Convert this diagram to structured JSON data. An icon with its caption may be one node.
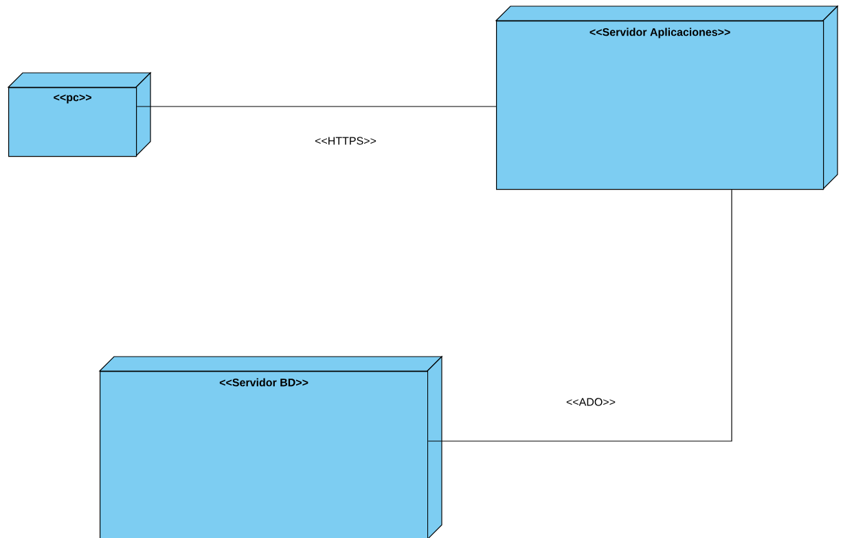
{
  "diagram": {
    "nodes": [
      {
        "text": [
          "<<pc>>"
        ]
      },
      {
        "text": [
          "<<Servidor Aplicaciones>>"
        ]
      },
      {
        "text": [
          "<<Servidor BD>>"
        ]
      }
    ],
    "edges": [
      {
        "from": 0,
        "to": 1,
        "arrow": "none",
        "label": "<<HTTPS>>"
      },
      {
        "from": 1,
        "to": 2,
        "arrow": "none",
        "label": "<<ADO>>"
      }
    ]
  }
}
